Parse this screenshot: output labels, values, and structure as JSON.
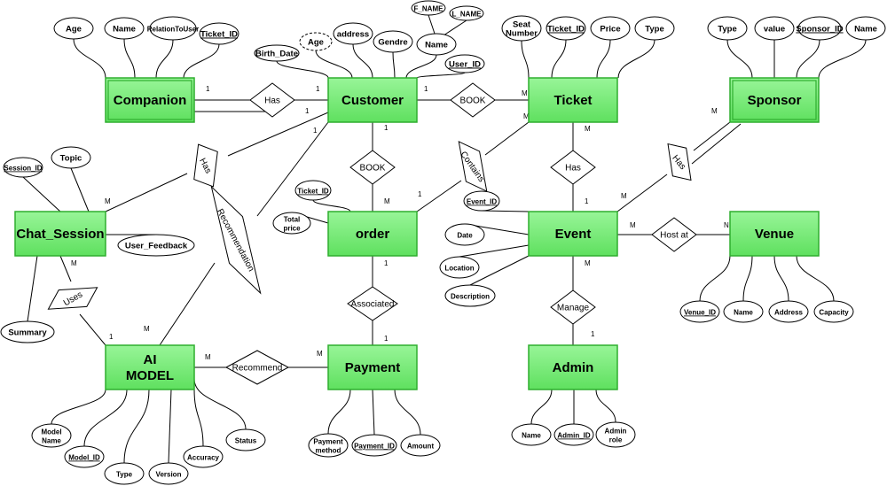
{
  "title": "ER Diagram",
  "colors": {
    "entity_fill_top": "#98f598",
    "entity_fill_bottom": "#5fe05f",
    "entity_stroke": "#2fae2f",
    "line": "#000000",
    "background": "#ffffff"
  },
  "entities": [
    {
      "id": "companion",
      "label": [
        "Companion"
      ],
      "weak": true
    },
    {
      "id": "customer",
      "label": [
        "Customer"
      ],
      "weak": false
    },
    {
      "id": "ticket",
      "label": [
        "Ticket"
      ],
      "weak": false
    },
    {
      "id": "sponsor",
      "label": [
        "Sponsor"
      ],
      "weak": true
    },
    {
      "id": "chat_session",
      "label": [
        "Chat_Session"
      ],
      "weak": false
    },
    {
      "id": "order",
      "label": [
        "order"
      ],
      "weak": false
    },
    {
      "id": "event",
      "label": [
        "Event"
      ],
      "weak": false
    },
    {
      "id": "venue",
      "label": [
        "Venue"
      ],
      "weak": false
    },
    {
      "id": "ai_model",
      "label": [
        "AI",
        "MODEL"
      ],
      "weak": false
    },
    {
      "id": "payment",
      "label": [
        "Payment"
      ],
      "weak": false
    },
    {
      "id": "admin",
      "label": [
        "Admin"
      ],
      "weak": false
    }
  ],
  "attributes": [
    {
      "id": "comp_age",
      "entity": "companion",
      "label": [
        "Age"
      ],
      "key": false
    },
    {
      "id": "comp_name",
      "entity": "companion",
      "label": [
        "Name"
      ],
      "key": false
    },
    {
      "id": "comp_rel",
      "entity": "companion",
      "label": [
        "RelationToUser"
      ],
      "key": false,
      "small": true
    },
    {
      "id": "comp_ticket",
      "entity": "companion",
      "label": [
        "Ticket_ID"
      ],
      "key": true
    },
    {
      "id": "cust_birth",
      "entity": "customer",
      "label": [
        "Birth_Date"
      ],
      "key": false
    },
    {
      "id": "cust_age",
      "entity": "customer",
      "label": [
        "Age"
      ],
      "key": false,
      "derived": true
    },
    {
      "id": "cust_address",
      "entity": "customer",
      "label": [
        "address"
      ],
      "key": false
    },
    {
      "id": "cust_gendre",
      "entity": "customer",
      "label": [
        "Gendre"
      ],
      "key": false
    },
    {
      "id": "cust_name",
      "entity": "customer",
      "label": [
        "Name"
      ],
      "key": false
    },
    {
      "id": "cust_fname",
      "entity": "cust_name",
      "label": [
        "F_NAME"
      ],
      "key": false,
      "small": true
    },
    {
      "id": "cust_lname",
      "entity": "cust_name",
      "label": [
        "L_NAME"
      ],
      "key": false,
      "small": true
    },
    {
      "id": "cust_userid",
      "entity": "customer",
      "label": [
        "User_ID"
      ],
      "key": true
    },
    {
      "id": "tick_seat",
      "entity": "ticket",
      "label": [
        "Seat",
        "Number"
      ],
      "key": false
    },
    {
      "id": "tick_id",
      "entity": "ticket",
      "label": [
        "Ticket_ID"
      ],
      "key": true
    },
    {
      "id": "tick_price",
      "entity": "ticket",
      "label": [
        "Price"
      ],
      "key": false
    },
    {
      "id": "tick_type",
      "entity": "ticket",
      "label": [
        "Type"
      ],
      "key": false
    },
    {
      "id": "spon_type",
      "entity": "sponsor",
      "label": [
        "Type"
      ],
      "key": false
    },
    {
      "id": "spon_value",
      "entity": "sponsor",
      "label": [
        "value"
      ],
      "key": false
    },
    {
      "id": "spon_id",
      "entity": "sponsor",
      "label": [
        "Sponsor_ID"
      ],
      "key": true
    },
    {
      "id": "spon_name",
      "entity": "sponsor",
      "label": [
        "Name"
      ],
      "key": false
    },
    {
      "id": "chat_id",
      "entity": "chat_session",
      "label": [
        "Session_ID"
      ],
      "key": true,
      "small": true
    },
    {
      "id": "chat_topic",
      "entity": "chat_session",
      "label": [
        "Topic"
      ],
      "key": false
    },
    {
      "id": "chat_feedback",
      "entity": "chat_session",
      "label": [
        "User_Feedback"
      ],
      "key": false
    },
    {
      "id": "chat_summary",
      "entity": "chat_session",
      "label": [
        "Summary"
      ],
      "key": false
    },
    {
      "id": "ord_ticket",
      "entity": "order",
      "label": [
        "Ticket_ID"
      ],
      "key": true,
      "small": true
    },
    {
      "id": "ord_total",
      "entity": "order",
      "label": [
        "Total",
        "price"
      ],
      "key": false,
      "small": true
    },
    {
      "id": "ev_id",
      "entity": "event",
      "label": [
        "Event_ID"
      ],
      "key": true,
      "small": true
    },
    {
      "id": "ev_date",
      "entity": "event",
      "label": [
        "Date"
      ],
      "key": false,
      "small": true
    },
    {
      "id": "ev_loc",
      "entity": "event",
      "label": [
        "Location"
      ],
      "key": false,
      "small": true
    },
    {
      "id": "ev_desc",
      "entity": "event",
      "label": [
        "Description"
      ],
      "key": false,
      "small": true
    },
    {
      "id": "ven_id",
      "entity": "venue",
      "label": [
        "Venue_ID"
      ],
      "key": true,
      "small": true
    },
    {
      "id": "ven_name",
      "entity": "venue",
      "label": [
        "Name"
      ],
      "key": false,
      "small": true
    },
    {
      "id": "ven_address",
      "entity": "venue",
      "label": [
        "Address"
      ],
      "key": false,
      "small": true
    },
    {
      "id": "ven_capacity",
      "entity": "venue",
      "label": [
        "Capacity"
      ],
      "key": false,
      "small": true
    },
    {
      "id": "ai_name",
      "entity": "ai_model",
      "label": [
        "Model",
        "Name"
      ],
      "key": false,
      "small": true
    },
    {
      "id": "ai_id",
      "entity": "ai_model",
      "label": [
        "Model_ID"
      ],
      "key": true,
      "small": true
    },
    {
      "id": "ai_type",
      "entity": "ai_model",
      "label": [
        "Type"
      ],
      "key": false,
      "small": true
    },
    {
      "id": "ai_version",
      "entity": "ai_model",
      "label": [
        "Version"
      ],
      "key": false,
      "small": true
    },
    {
      "id": "ai_accuracy",
      "entity": "ai_model",
      "label": [
        "Accuracy"
      ],
      "key": false,
      "small": true
    },
    {
      "id": "ai_status",
      "entity": "ai_model",
      "label": [
        "Status"
      ],
      "key": false,
      "small": true
    },
    {
      "id": "pay_method",
      "entity": "payment",
      "label": [
        "Payment",
        "method"
      ],
      "key": false,
      "small": true
    },
    {
      "id": "pay_id",
      "entity": "payment",
      "label": [
        "Payment_ID"
      ],
      "key": true,
      "small": true
    },
    {
      "id": "pay_amount",
      "entity": "payment",
      "label": [
        "Amount"
      ],
      "key": false,
      "small": true
    },
    {
      "id": "adm_name",
      "entity": "admin",
      "label": [
        "Name"
      ],
      "key": false,
      "small": true
    },
    {
      "id": "adm_id",
      "entity": "admin",
      "label": [
        "Admin_ID"
      ],
      "key": true,
      "small": true
    },
    {
      "id": "adm_role",
      "entity": "admin",
      "label": [
        "Admin",
        "role"
      ],
      "key": false,
      "small": true
    }
  ],
  "relationships": [
    {
      "id": "rel_comp_has",
      "label": "Has",
      "between": [
        "companion",
        "customer"
      ],
      "cardinality": [
        "1",
        "1"
      ]
    },
    {
      "id": "rel_cust_book_ticket",
      "label": "BOOK",
      "between": [
        "customer",
        "ticket"
      ],
      "cardinality": [
        "1",
        "M"
      ]
    },
    {
      "id": "rel_chat_has",
      "label": "Has",
      "between": [
        "chat_session",
        "customer"
      ],
      "cardinality": [
        "M",
        "1"
      ]
    },
    {
      "id": "rel_recommendation",
      "label": "Recommendation",
      "between": [
        "ai_model",
        "customer"
      ],
      "cardinality": [
        "M",
        "1"
      ]
    },
    {
      "id": "rel_cust_book_order",
      "label": "BOOK",
      "between": [
        "customer",
        "order"
      ],
      "cardinality": [
        "1",
        "M"
      ]
    },
    {
      "id": "rel_contains",
      "label": "Contains",
      "between": [
        "order",
        "ticket"
      ],
      "cardinality": [
        "1",
        "M"
      ]
    },
    {
      "id": "rel_ticket_has",
      "label": "Has",
      "between": [
        "ticket",
        "event"
      ],
      "cardinality": [
        "M",
        "1"
      ]
    },
    {
      "id": "rel_sponsor_has",
      "label": "Has",
      "between": [
        "event",
        "sponsor"
      ],
      "cardinality": [
        "M",
        "M"
      ]
    },
    {
      "id": "rel_host_at",
      "label": "Host at",
      "between": [
        "event",
        "venue"
      ],
      "cardinality": [
        "M",
        "N"
      ]
    },
    {
      "id": "rel_uses",
      "label": "Uses",
      "between": [
        "chat_session",
        "ai_model"
      ],
      "cardinality": [
        "M",
        "1"
      ]
    },
    {
      "id": "rel_associated",
      "label": "Associated",
      "between": [
        "order",
        "payment"
      ],
      "cardinality": [
        "1",
        "1"
      ]
    },
    {
      "id": "rel_recommend",
      "label": "Recommend",
      "between": [
        "ai_model",
        "payment"
      ],
      "cardinality": [
        "M",
        "M"
      ]
    },
    {
      "id": "rel_manage",
      "label": "Manage",
      "between": [
        "event",
        "admin"
      ],
      "cardinality": [
        "M",
        "1"
      ]
    }
  ]
}
